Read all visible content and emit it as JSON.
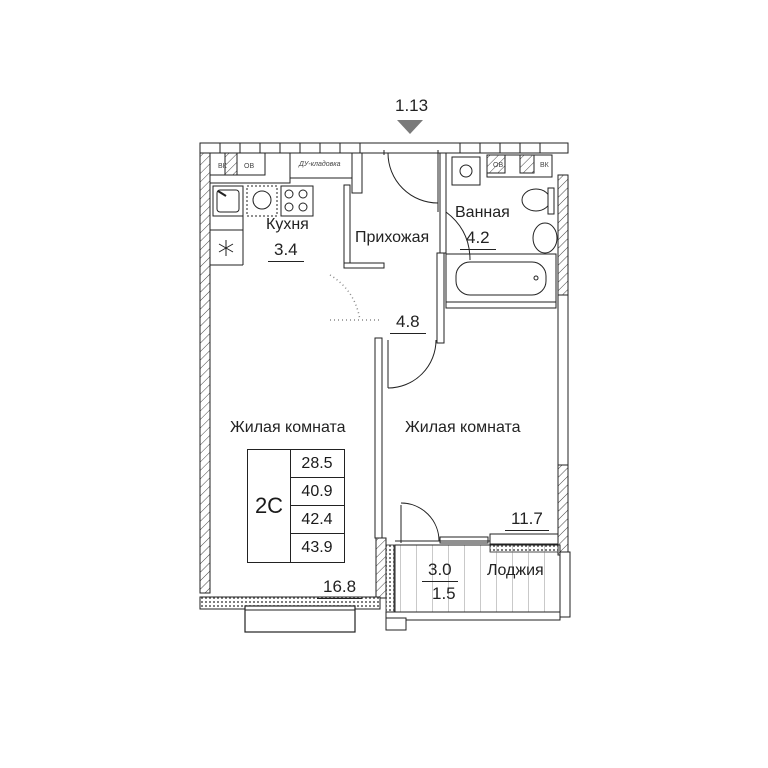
{
  "plan": {
    "entrance_marker": "1.13",
    "apartment_code": "2С",
    "areas_table": [
      "28.5",
      "40.9",
      "42.4",
      "43.9"
    ],
    "rooms": [
      {
        "name": "Кухня",
        "area": "3.4"
      },
      {
        "name": "Прихожая",
        "area": "4.8"
      },
      {
        "name": "Ванная",
        "area": "4.2"
      },
      {
        "name": "Жилая комната",
        "area": "16.8"
      },
      {
        "name": "Жилая комната",
        "area": "11.7"
      },
      {
        "name": "Лоджия",
        "area_full": "3.0",
        "area_reduced": "1.5"
      }
    ],
    "small_labels": {
      "shaft_note": "ДУ-кладовка",
      "vk": "ВК",
      "ov": "ОВ"
    },
    "icons": [
      "entrance-triangle-icon",
      "sink-icon",
      "stove-icon",
      "washing-machine-icon",
      "toilet-icon",
      "washbasin-icon",
      "bathtub-icon",
      "ventilation-star-icon"
    ]
  }
}
